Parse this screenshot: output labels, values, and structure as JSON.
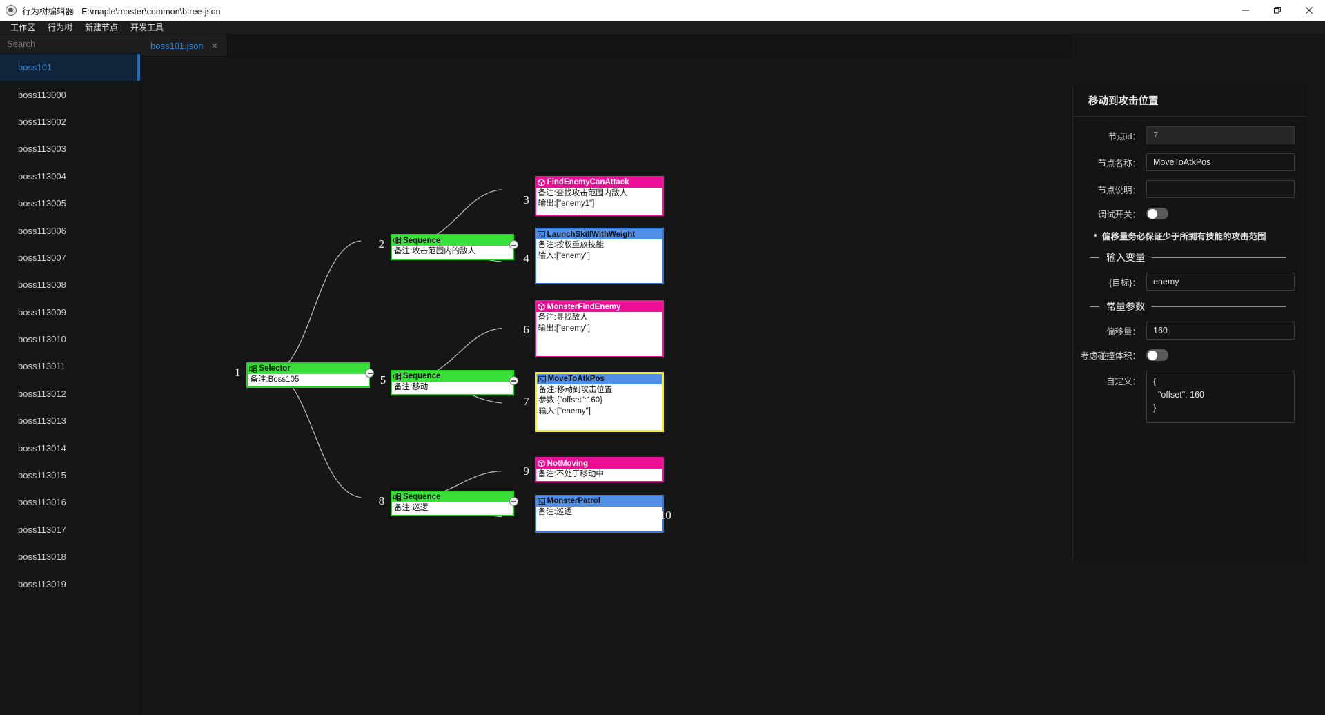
{
  "titlebar": {
    "title": "行为树编辑器 - E:\\maple\\master\\common\\btree-json",
    "app_icon": "app-logo-icon",
    "minimize": "minimize-icon",
    "maximize": "restore-icon",
    "close": "close-icon"
  },
  "menubar": {
    "items": [
      {
        "label": "工作区"
      },
      {
        "label": "行为树"
      },
      {
        "label": "新建节点"
      },
      {
        "label": "开发工具"
      }
    ]
  },
  "sidebar": {
    "search": {
      "placeholder": "Search",
      "value": "",
      "icon": "search-icon"
    },
    "items": [
      {
        "label": "boss101",
        "active": true
      },
      {
        "label": "boss113000",
        "active": false
      },
      {
        "label": "boss113002",
        "active": false
      },
      {
        "label": "boss113003",
        "active": false
      },
      {
        "label": "boss113004",
        "active": false
      },
      {
        "label": "boss113005",
        "active": false
      },
      {
        "label": "boss113006",
        "active": false
      },
      {
        "label": "boss113007",
        "active": false
      },
      {
        "label": "boss113008",
        "active": false
      },
      {
        "label": "boss113009",
        "active": false
      },
      {
        "label": "boss113010",
        "active": false
      },
      {
        "label": "boss113011",
        "active": false
      },
      {
        "label": "boss113012",
        "active": false
      },
      {
        "label": "boss113013",
        "active": false
      },
      {
        "label": "boss113014",
        "active": false
      },
      {
        "label": "boss113015",
        "active": false
      },
      {
        "label": "boss113016",
        "active": false
      },
      {
        "label": "boss113017",
        "active": false
      },
      {
        "label": "boss113018",
        "active": false
      },
      {
        "label": "boss113019",
        "active": false
      }
    ]
  },
  "tabs": [
    {
      "label": "boss101.json",
      "close": "×",
      "active": true
    }
  ],
  "tree": {
    "nodes": [
      {
        "num": "1",
        "type": "Selector",
        "color": "green",
        "icon": "tree-node-icon",
        "rows": [
          "备注:Boss105"
        ]
      },
      {
        "num": "2",
        "type": "Sequence",
        "color": "green",
        "icon": "tree-node-icon",
        "rows": [
          "备注:攻击范围内的敌人"
        ]
      },
      {
        "num": "3",
        "type": "FindEnemyCanAttack",
        "color": "pink",
        "icon": "condition-cube-icon",
        "rows": [
          "备注:查找攻击范围内敌人",
          "输出:[\"enemy1\"]"
        ]
      },
      {
        "num": "4",
        "type": "LaunchSkillWithWeight",
        "color": "blue",
        "icon": "action-console-icon",
        "rows": [
          "备注:按权重放技能",
          "输入:[\"enemy\"]"
        ]
      },
      {
        "num": "5",
        "type": "Sequence",
        "color": "green",
        "icon": "tree-node-icon",
        "rows": [
          "备注:移动"
        ]
      },
      {
        "num": "6",
        "type": "MonsterFindEnemy",
        "color": "pink",
        "icon": "condition-cube-icon",
        "rows": [
          "备注:寻找敌人",
          "输出:[\"enemy\"]"
        ]
      },
      {
        "num": "7",
        "type": "MoveToAtkPos",
        "color": "blue",
        "icon": "action-console-icon",
        "rows": [
          "备注:移动到攻击位置",
          "参数:{\"offset\":160}",
          "输入:[\"enemy\"]"
        ],
        "selected": true
      },
      {
        "num": "8",
        "type": "Sequence",
        "color": "green",
        "icon": "tree-node-icon",
        "rows": [
          "备注:巡逻"
        ]
      },
      {
        "num": "9",
        "type": "NotMoving",
        "color": "pink",
        "icon": "condition-cube-icon",
        "rows": [
          "备注:不处于移动中"
        ]
      },
      {
        "num": "10",
        "type": "MonsterPatrol",
        "color": "blue",
        "icon": "action-console-icon",
        "rows": [
          "备注:巡逻"
        ]
      }
    ]
  },
  "inspector": {
    "title": "移动到攻击位置",
    "node_id": {
      "label": "节点id：",
      "value": "7"
    },
    "node_name": {
      "label": "节点名称：",
      "value": "MoveToAtkPos"
    },
    "node_desc": {
      "label": "节点说明：",
      "value": ""
    },
    "debug_switch": {
      "label": "调试开关：",
      "on": false
    },
    "note": "偏移量务必保证少于所拥有技能的攻击范围",
    "section_input": "输入变量",
    "input_target": {
      "label": "{目标}：",
      "value": "enemy"
    },
    "section_const": "常量参数",
    "offset": {
      "label": "偏移量：",
      "value": "160"
    },
    "collision": {
      "label": "考虑碰撞体积：",
      "on": false
    },
    "custom": {
      "label": "自定义：",
      "value": "{\n  \"offset\": 160\n}"
    }
  }
}
